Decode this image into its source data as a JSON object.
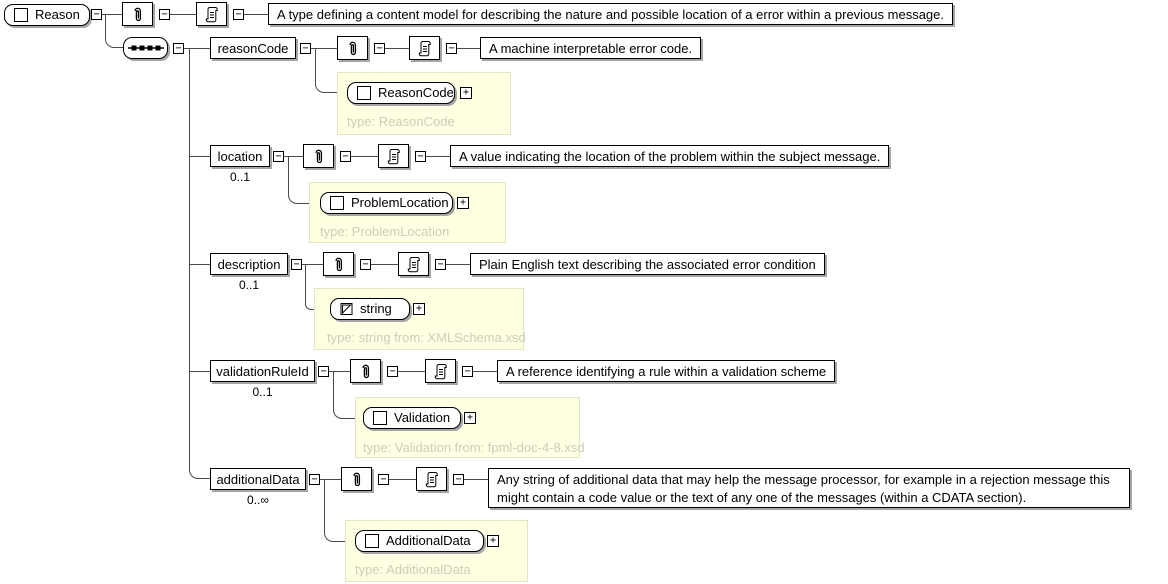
{
  "icons": {
    "collapse": "−",
    "expand": "+"
  },
  "root": {
    "label": "Reason",
    "doc": "A type defining a content model for describing the nature and possible location of a error within a previous message."
  },
  "rows": [
    {
      "label": "reasonCode",
      "doc": "A machine interpretable error code.",
      "type_name": "ReasonCode",
      "type_label": "type: ReasonCode"
    },
    {
      "label": "location",
      "cardinality": "0..1",
      "doc": "A value indicating the location of the problem within the subject message.",
      "type_name": "ProblemLocation",
      "type_label": "type: ProblemLocation"
    },
    {
      "label": "description",
      "cardinality": "0..1",
      "doc": "Plain English text describing the associated error condition",
      "type_name": "string",
      "type_label": "type: string from: XMLSchema.xsd"
    },
    {
      "label": "validationRuleId",
      "cardinality": "0..1",
      "doc": "A reference identifying a rule within a validation scheme",
      "type_name": "Validation",
      "type_label": "type: Validation from: fpml-doc-4-8.xsd"
    },
    {
      "label": "additionalData",
      "cardinality": "0..∞",
      "doc": "Any string of additional data that may help the message processor, for example in a rejection message this might contain a code value or the text of any one of the messages (within a CDATA section).",
      "type_name": "AdditionalData",
      "type_label": "type: AdditionalData"
    }
  ],
  "colors": {
    "panel_bg": "#ffffe1",
    "panel_border": "#e3e3c6",
    "type_text": "#cdcdb9",
    "line": "#4a4a4a",
    "shadow": "#a6a6a6"
  }
}
